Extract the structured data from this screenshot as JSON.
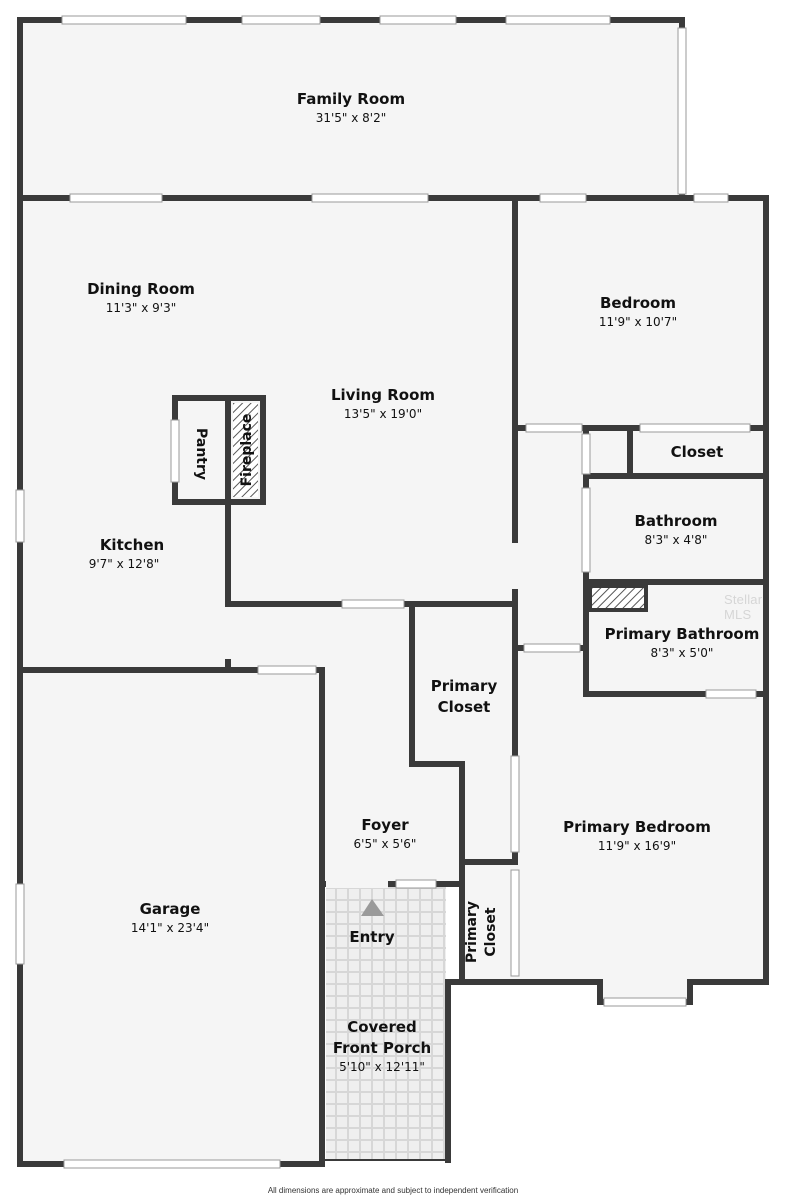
{
  "rooms": {
    "family_room": {
      "name": "Family Room",
      "dim": "31'5\" x 8'2\""
    },
    "dining_room": {
      "name": "Dining Room",
      "dim": "11'3\" x 9'3\""
    },
    "living_room": {
      "name": "Living Room",
      "dim": "13'5\" x 19'0\""
    },
    "bedroom": {
      "name": "Bedroom",
      "dim": "11'9\" x 10'7\""
    },
    "closet": {
      "name": "Closet"
    },
    "pantry": {
      "name": "Pantry"
    },
    "fireplace": {
      "name": "Fireplace"
    },
    "bathroom": {
      "name": "Bathroom",
      "dim": "8'3\" x 4'8\""
    },
    "kitchen": {
      "name": "Kitchen",
      "dim": "9'7\" x 12'8\""
    },
    "primary_bathroom": {
      "name": "Primary Bathroom",
      "dim": "8'3\" x 5'0\""
    },
    "primary_closet_1": {
      "line1": "Primary",
      "line2": "Closet"
    },
    "foyer": {
      "name": "Foyer",
      "dim": "6'5\" x 5'6\""
    },
    "primary_bedroom": {
      "name": "Primary Bedroom",
      "dim": "11'9\" x 16'9\""
    },
    "garage": {
      "name": "Garage",
      "dim": "14'1\" x 23'4\""
    },
    "entry": {
      "name": "Entry"
    },
    "primary_closet_2": {
      "line1": "Primary",
      "line2": "Closet"
    },
    "covered_front_porch": {
      "line1": "Covered",
      "line2": "Front Porch",
      "dim": "5'10\" x 12'11\""
    }
  },
  "watermark": "Stellar MLS",
  "footer": "All dimensions are approximate and subject to independent verification",
  "colors": {
    "wall": "#3a3a3a",
    "floor": "#f5f5f5",
    "window": "#ffffff",
    "porch": "#ededed"
  }
}
